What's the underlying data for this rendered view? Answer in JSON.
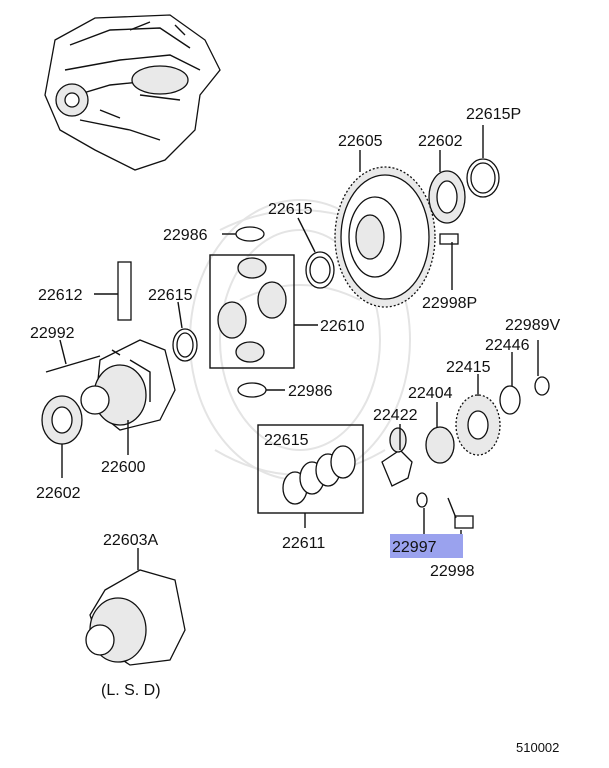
{
  "labels": {
    "p22615P": "22615P",
    "p22605": "22605",
    "p22602_top": "22602",
    "p22615_top": "22615",
    "p22986_top": "22986",
    "p22612": "22612",
    "p22615_mid": "22615",
    "p22610": "22610",
    "p22998P": "22998P",
    "p22989V": "22989V",
    "p22992": "22992",
    "p22446": "22446",
    "p22415": "22415",
    "p22986_bottom": "22986",
    "p22404": "22404",
    "p22422": "22422",
    "p22615_low": "22615",
    "p22600": "22600",
    "p22602_bottom": "22602",
    "p22997": "22997",
    "p22611": "22611",
    "p22998": "22998",
    "p22603A": "22603A",
    "lsd": "(L. S. D)",
    "diagram_code": "510002"
  },
  "highlight": {
    "part": "22997",
    "color": "#9aa2ee"
  }
}
